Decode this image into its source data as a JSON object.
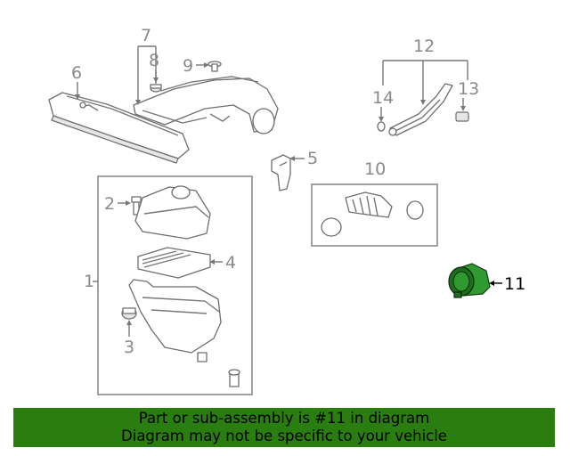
{
  "callouts": {
    "c1": "1",
    "c2": "2",
    "c3": "3",
    "c4": "4",
    "c5": "5",
    "c6": "6",
    "c7": "7",
    "c8": "8",
    "c9": "9",
    "c10": "10",
    "c11": "11",
    "c12": "12",
    "c13": "13",
    "c14": "14"
  },
  "highlight": {
    "part": "11",
    "color": "#2f9a2f"
  },
  "banner": {
    "line1": "Part or sub-assembly is #11 in diagram",
    "line2": "Diagram may not be specific to your vehicle",
    "background": "#2a7d0f"
  }
}
